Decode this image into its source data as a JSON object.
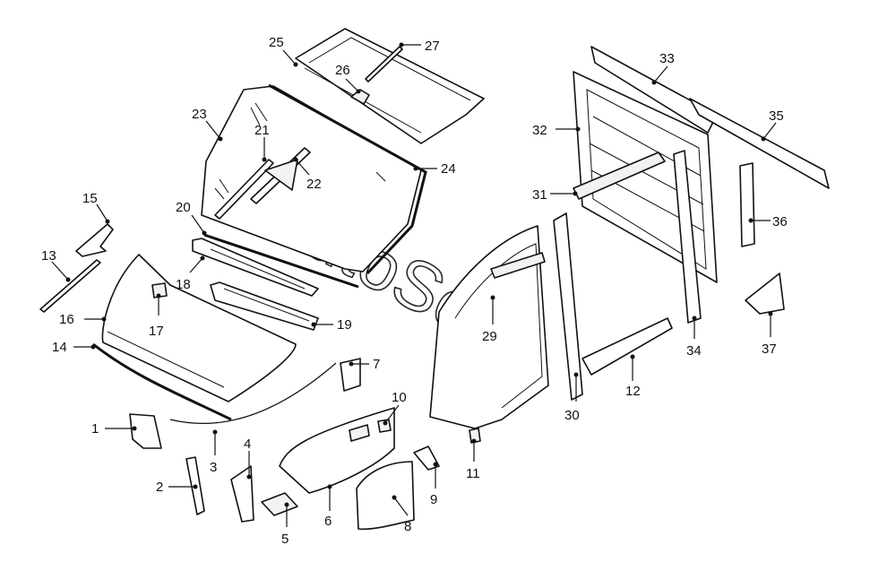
{
  "diagram": {
    "watermark": "AutoSoft",
    "parts": [
      {
        "id": "p1",
        "label": "1"
      },
      {
        "id": "p2",
        "label": "2"
      },
      {
        "id": "p3",
        "label": "3"
      },
      {
        "id": "p4",
        "label": "4"
      },
      {
        "id": "p5",
        "label": "5"
      },
      {
        "id": "p6",
        "label": "6"
      },
      {
        "id": "p7",
        "label": "7"
      },
      {
        "id": "p8",
        "label": "8"
      },
      {
        "id": "p9",
        "label": "9"
      },
      {
        "id": "p10",
        "label": "10"
      },
      {
        "id": "p11",
        "label": "11"
      },
      {
        "id": "p12",
        "label": "12"
      },
      {
        "id": "p13",
        "label": "13"
      },
      {
        "id": "p14",
        "label": "14"
      },
      {
        "id": "p15",
        "label": "15"
      },
      {
        "id": "p16",
        "label": "16"
      },
      {
        "id": "p17",
        "label": "17"
      },
      {
        "id": "p18",
        "label": "18"
      },
      {
        "id": "p19",
        "label": "19"
      },
      {
        "id": "p20",
        "label": "20"
      },
      {
        "id": "p21",
        "label": "21"
      },
      {
        "id": "p22",
        "label": "22"
      },
      {
        "id": "p23",
        "label": "23"
      },
      {
        "id": "p24",
        "label": "24"
      },
      {
        "id": "p25",
        "label": "25"
      },
      {
        "id": "p26",
        "label": "26"
      },
      {
        "id": "p27",
        "label": "27"
      },
      {
        "id": "p29",
        "label": "29"
      },
      {
        "id": "p30",
        "label": "30"
      },
      {
        "id": "p31",
        "label": "31"
      },
      {
        "id": "p32",
        "label": "32"
      },
      {
        "id": "p33",
        "label": "33"
      },
      {
        "id": "p34",
        "label": "34"
      },
      {
        "id": "p35",
        "label": "35"
      },
      {
        "id": "p36",
        "label": "36"
      },
      {
        "id": "p37",
        "label": "37"
      }
    ]
  }
}
